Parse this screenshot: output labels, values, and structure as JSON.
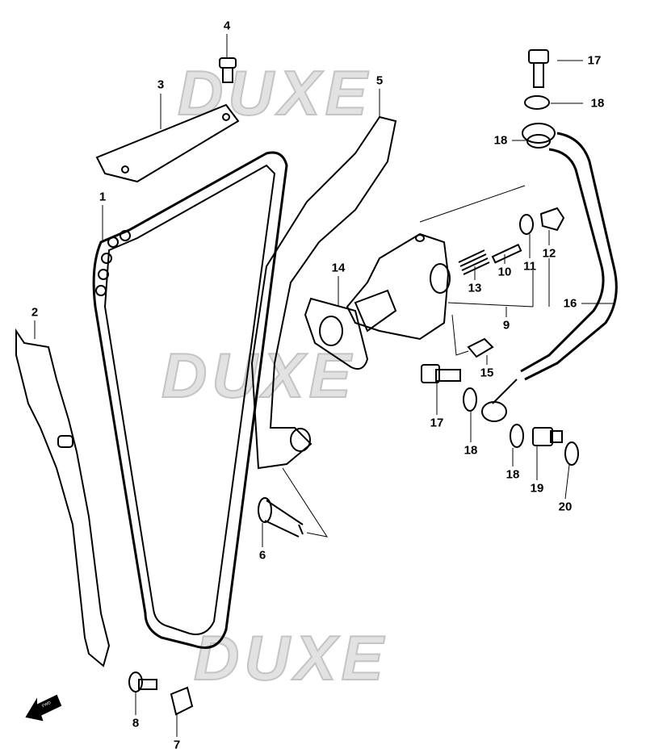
{
  "diagram": {
    "watermark": "DUXE",
    "forward_arrow_text": "FWD",
    "part_labels": [
      "4",
      "3",
      "5",
      "17",
      "18",
      "18",
      "1",
      "2",
      "14",
      "13",
      "10",
      "11",
      "12",
      "16",
      "9",
      "15",
      "17",
      "18",
      "18",
      "19",
      "20",
      "6",
      "8",
      "7"
    ]
  },
  "colors": {
    "line": "#000000",
    "watermark": "#d4d4d4"
  }
}
